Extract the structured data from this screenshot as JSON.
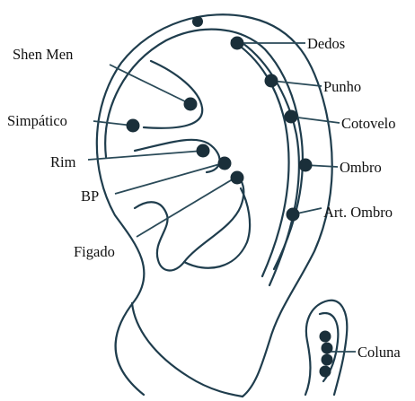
{
  "labels": {
    "shen_men": "Shen Men",
    "simpatico": "Simpático",
    "rim": "Rim",
    "bp": "BP",
    "figado": "Figado",
    "dedos": "Dedos",
    "punho": "Punho",
    "cotovelo": "Cotovelo",
    "ombro": "Ombro",
    "art_ombro": "Art. Ombro",
    "coluna": "Coluna"
  },
  "colors": {
    "ink": "#1f3d4d",
    "point": "#1a2f3a"
  }
}
